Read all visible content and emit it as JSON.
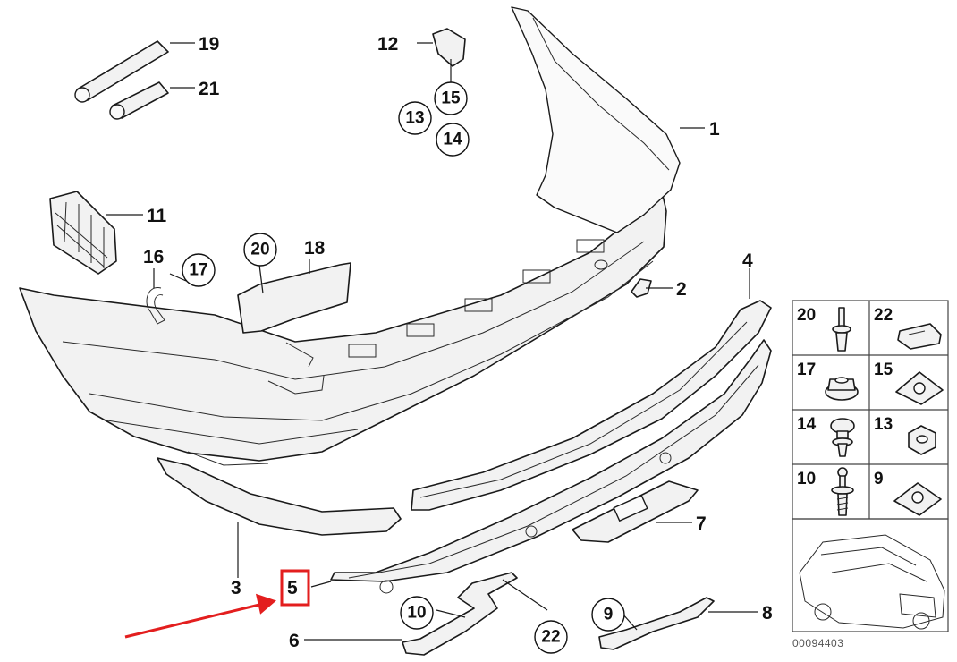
{
  "diagram_code": "00094403",
  "highlighted_part": "5",
  "callouts": {
    "p1": "1",
    "p2": "2",
    "p3": "3",
    "p4": "4",
    "p5": "5",
    "p6": "6",
    "p7": "7",
    "p8": "8",
    "p9": "9",
    "p10": "10",
    "p11": "11",
    "p12": "12",
    "p13": "13",
    "p14": "14",
    "p15": "15",
    "p16": "16",
    "p17": "17",
    "p18": "18",
    "p19": "19",
    "p20": "20",
    "p21": "21",
    "p22": "22"
  },
  "legend": [
    {
      "label": "20",
      "icon": "push-rivet-icon"
    },
    {
      "label": "22",
      "icon": "cap-clip-icon"
    },
    {
      "label": "17",
      "icon": "flange-nut-icon"
    },
    {
      "label": "15",
      "icon": "spring-nut-icon"
    },
    {
      "label": "14",
      "icon": "expanding-rivet-icon"
    },
    {
      "label": "13",
      "icon": "hex-nut-icon"
    },
    {
      "label": "10",
      "icon": "screw-rivet-icon"
    },
    {
      "label": "9",
      "icon": "clip-nut-icon"
    }
  ]
}
